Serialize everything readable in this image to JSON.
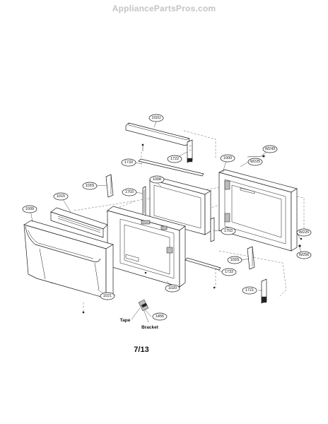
{
  "watermark": "AppliancePartsPros.com",
  "page_number": "7/13",
  "callouts": [
    "102U",
    "1722",
    "1733",
    "1000",
    "W225",
    "W243",
    "103S",
    "1008",
    "1703",
    "1015",
    "1009",
    "1703",
    "W225",
    "W256",
    "103S",
    "1733",
    "1721",
    "1021",
    "1020",
    "1455"
  ],
  "labels": [
    "Tape",
    "Bracket"
  ]
}
